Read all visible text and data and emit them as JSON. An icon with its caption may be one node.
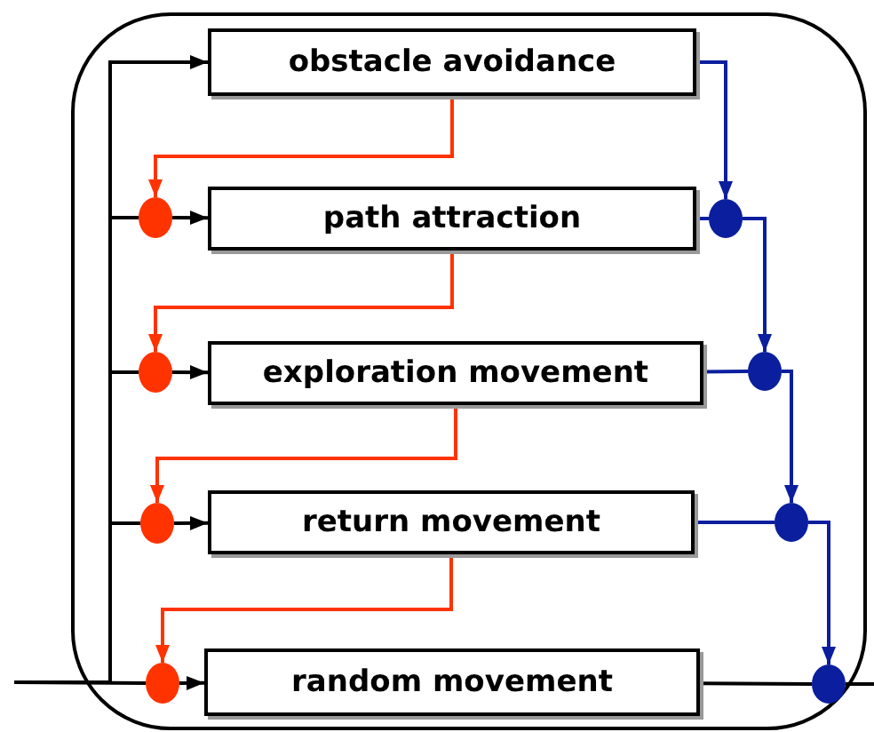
{
  "diagram": {
    "nodes": [
      {
        "text": [],
        "shape": "box"
      },
      {
        "text": [
          "obstacle avoidance"
        ],
        "in": 0
      },
      {
        "text": [
          "path attraction"
        ],
        "in": 0
      },
      {
        "text": [
          "exploration movement"
        ],
        "in": 0
      },
      {
        "text": [
          "return movement"
        ],
        "in": 0
      },
      {
        "text": [
          "random movement"
        ],
        "in": 0
      },
      {
        "text": [],
        "shape": "circle",
        "in": 0
      },
      {
        "text": [],
        "shape": "circle",
        "in": 0
      },
      {
        "text": [],
        "shape": "circle",
        "in": 0
      },
      {
        "text": [],
        "shape": "circle",
        "in": 0
      },
      {
        "text": [],
        "shape": "circle",
        "in": 0
      },
      {
        "text": [],
        "shape": "circle",
        "in": 0
      },
      {
        "text": [],
        "shape": "circle",
        "in": 0
      },
      {
        "text": [],
        "shape": "circle",
        "in": 0
      }
    ],
    "edges": [
      {
        "from": null,
        "to": 1,
        "arrow": "to"
      },
      {
        "from": null,
        "to": 6,
        "arrow": "none"
      },
      {
        "from": null,
        "to": 7,
        "arrow": "none"
      },
      {
        "from": null,
        "to": 8,
        "arrow": "none"
      },
      {
        "from": null,
        "to": 9,
        "arrow": "none"
      },
      {
        "from": 6,
        "to": 2,
        "arrow": "to"
      },
      {
        "from": 7,
        "to": 3,
        "arrow": "to"
      },
      {
        "from": 8,
        "to": 4,
        "arrow": "to"
      },
      {
        "from": 9,
        "to": 5,
        "arrow": "to"
      },
      {
        "from": 1,
        "to": 6,
        "arrow": "to",
        "color": "#ff3300"
      },
      {
        "from": 2,
        "to": 7,
        "arrow": "to",
        "color": "#ff3300"
      },
      {
        "from": 3,
        "to": 8,
        "arrow": "to",
        "color": "#ff3300"
      },
      {
        "from": 4,
        "to": 9,
        "arrow": "to",
        "color": "#ff3300"
      },
      {
        "from": 1,
        "to": 10,
        "arrow": "to",
        "color": "#0a1e9e"
      },
      {
        "from": 2,
        "to": 10,
        "arrow": "none",
        "color": "#0a1e9e"
      },
      {
        "from": 10,
        "to": 11,
        "arrow": "to",
        "color": "#0a1e9e"
      },
      {
        "from": 3,
        "to": 11,
        "arrow": "none",
        "color": "#0a1e9e"
      },
      {
        "from": 11,
        "to": 12,
        "arrow": "to",
        "color": "#0a1e9e"
      },
      {
        "from": 4,
        "to": 12,
        "arrow": "none",
        "color": "#0a1e9e"
      },
      {
        "from": 12,
        "to": 13,
        "arrow": "to",
        "color": "#0a1e9e"
      },
      {
        "from": 5,
        "to": 13,
        "arrow": "none"
      },
      {
        "from": 13,
        "to": null,
        "arrow": "none"
      }
    ]
  }
}
